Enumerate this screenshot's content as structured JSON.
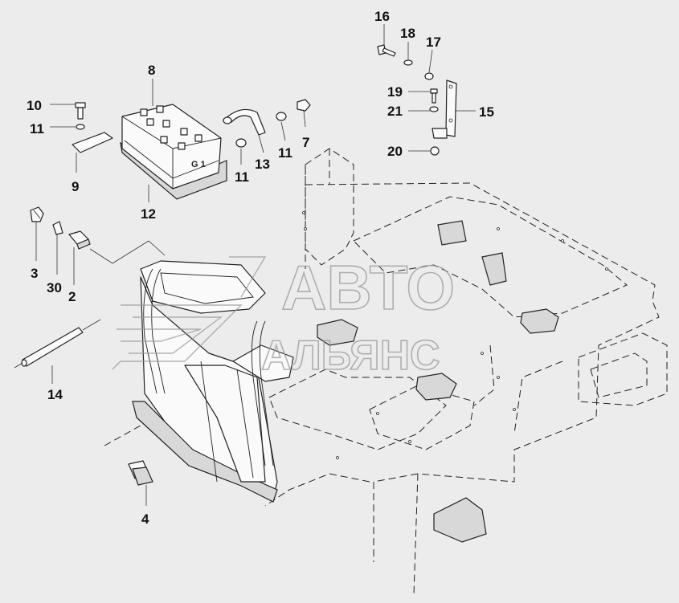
{
  "battery": {
    "marking": "G 1"
  },
  "watermark": {
    "line1": "АВТО",
    "line2": "АЛЬЯНС"
  },
  "callouts": [
    "2",
    "3",
    "4",
    "7",
    "8",
    "9",
    "10",
    "11",
    "11",
    "11",
    "12",
    "13",
    "14",
    "15",
    "16",
    "17",
    "18",
    "19",
    "20",
    "21",
    "30"
  ]
}
